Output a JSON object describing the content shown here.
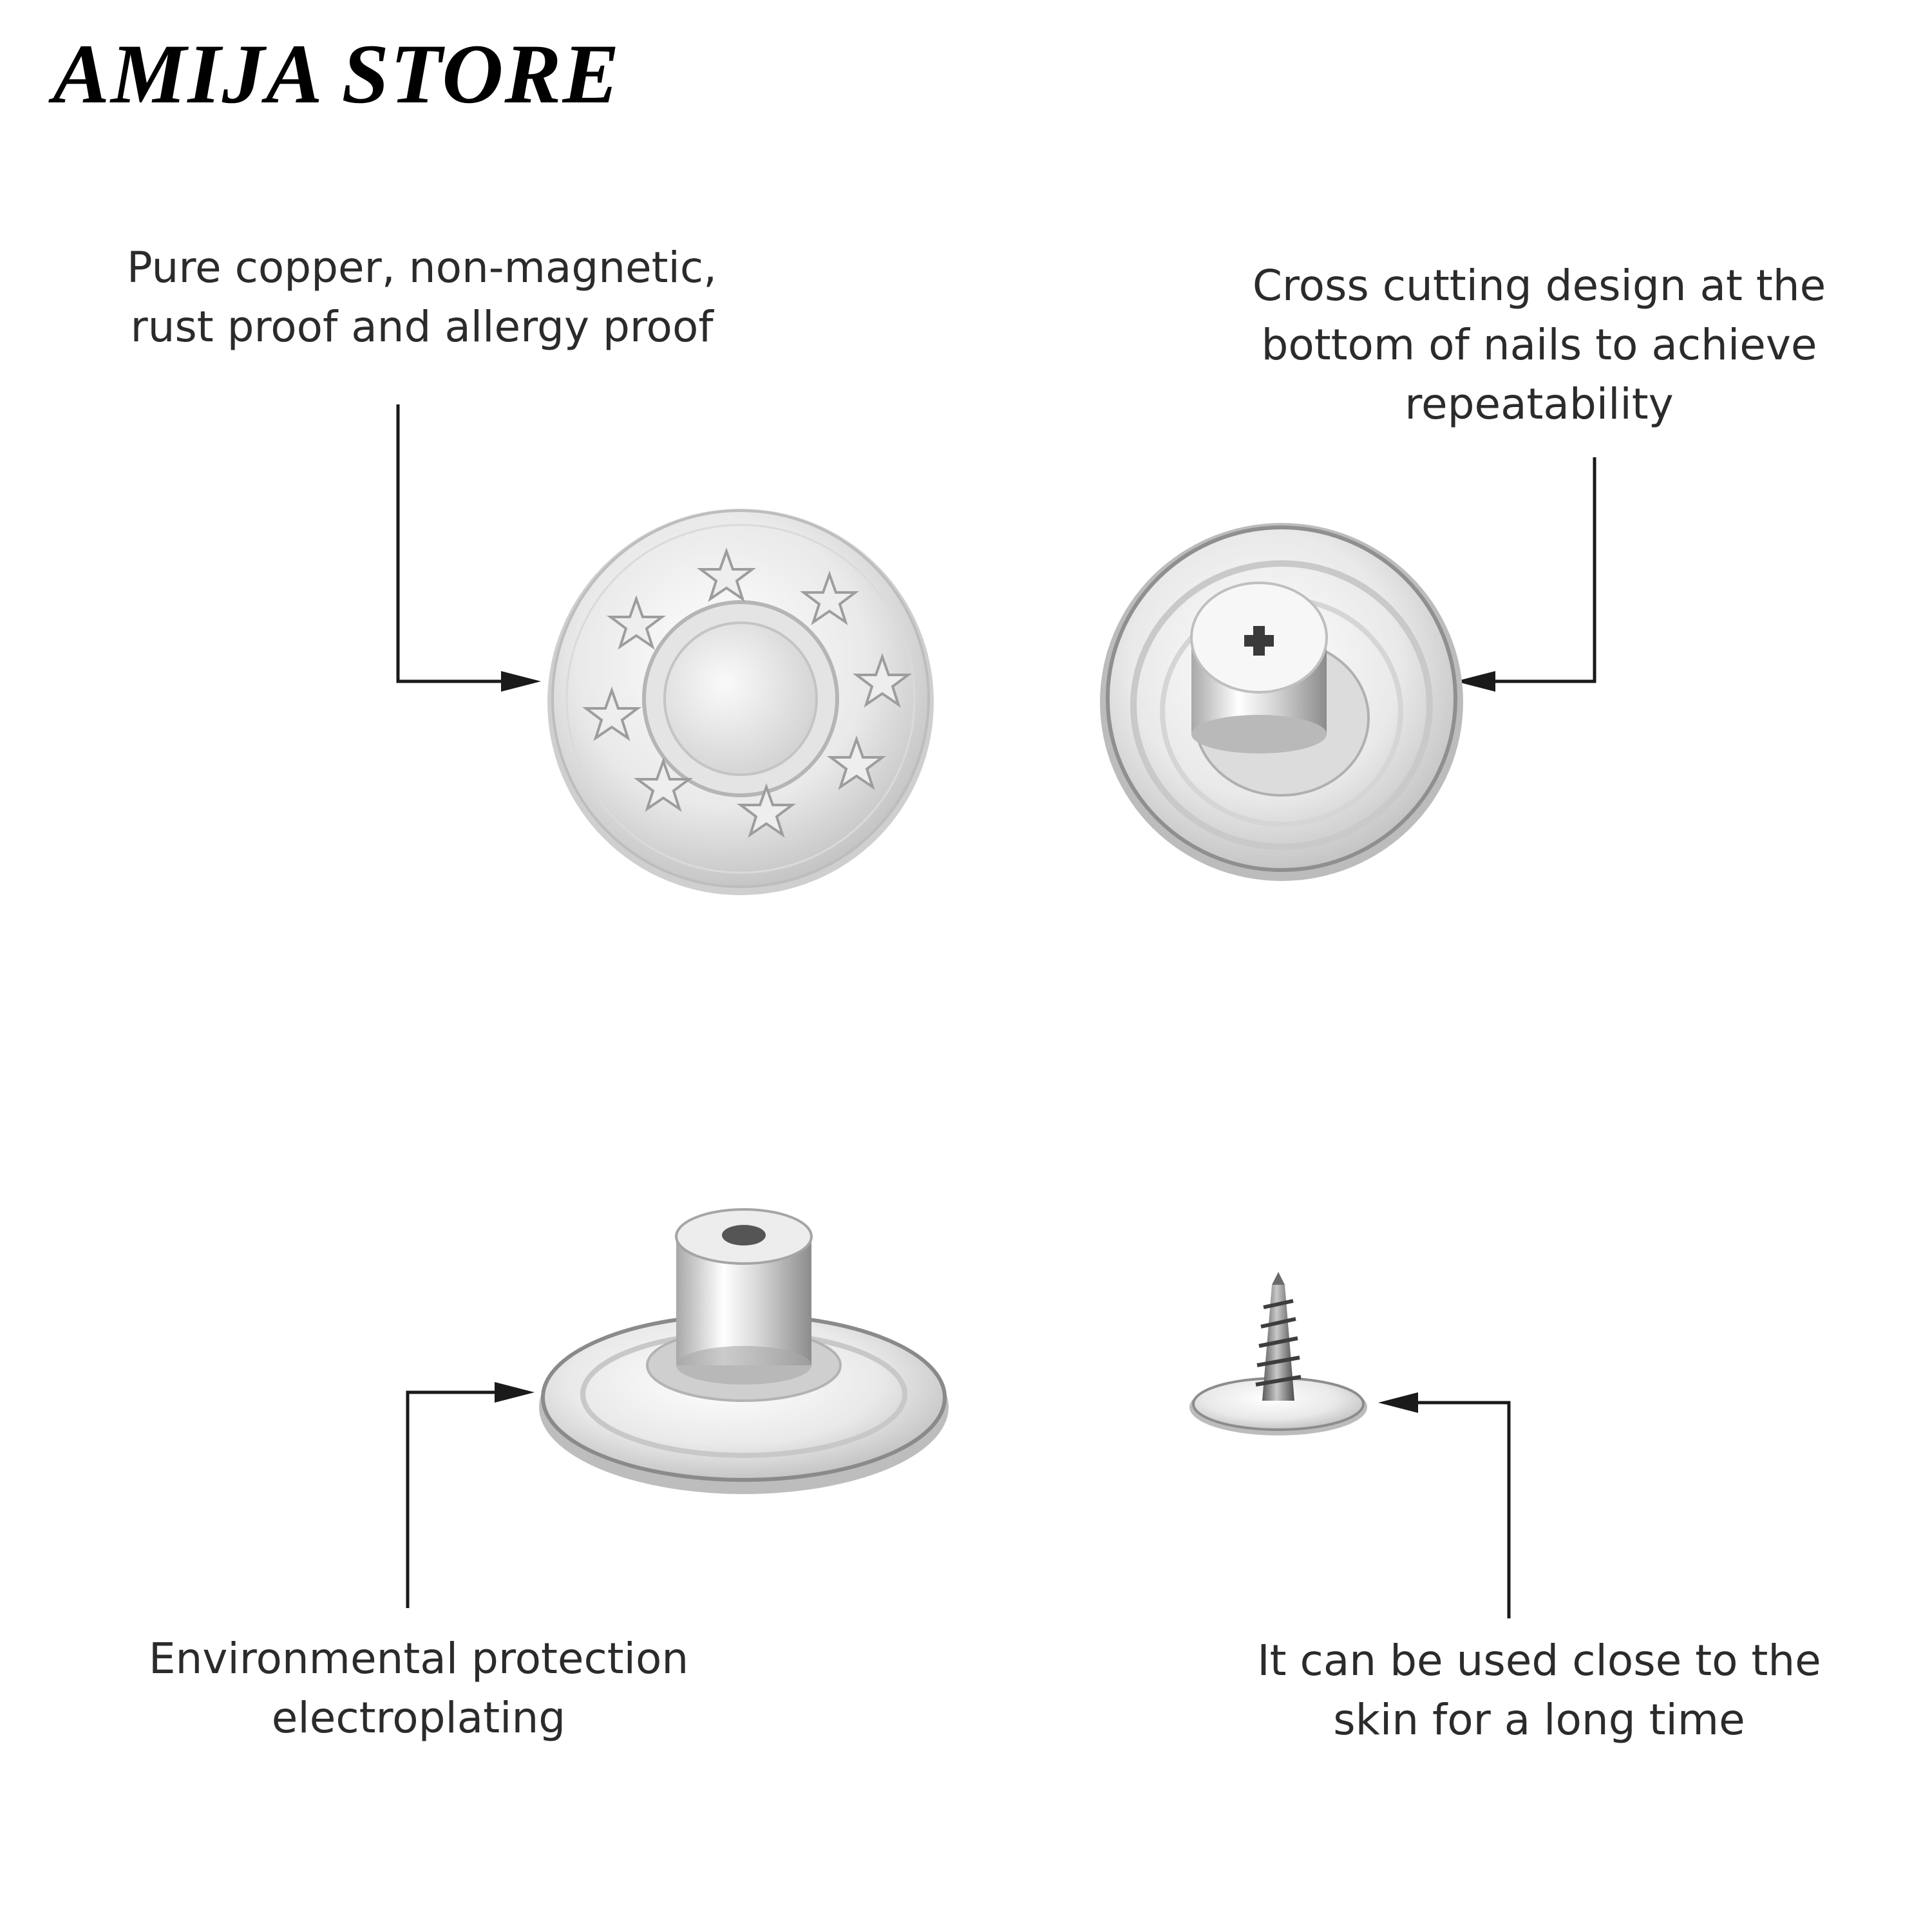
{
  "brand": "AMIJA STORE",
  "captions": {
    "top_left": [
      "Pure copper, non-magnetic,",
      "rust proof and allergy proof"
    ],
    "top_right": [
      "Cross cutting design at the",
      "bottom of nails to achieve",
      "repeatability"
    ],
    "bottom_left": [
      "Environmental protection",
      "electroplating"
    ],
    "bottom_right": [
      "It can be used close to the",
      "skin for a long time"
    ]
  },
  "colors": {
    "text": "#2b2b2b",
    "line": "#1a1a1a",
    "metal_light": "#f4f4f4",
    "metal_dark": "#8a8a8a"
  }
}
